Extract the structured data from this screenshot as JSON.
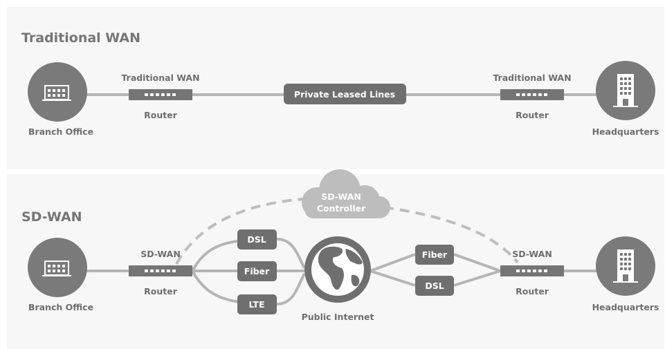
{
  "traditional": {
    "title": "Traditional WAN",
    "branch_label": "Branch Office",
    "hq_label": "Headquarters",
    "left_router_type": "Traditional WAN",
    "left_router_label": "Router",
    "right_router_type": "Traditional WAN",
    "right_router_label": "Router",
    "link_label": "Private Leased Lines"
  },
  "sdwan": {
    "title": "SD-WAN",
    "branch_label": "Branch Office",
    "hq_label": "Headquarters",
    "left_router_type": "SD-WAN",
    "left_router_label": "Router",
    "right_router_type": "SD-WAN",
    "right_router_label": "Router",
    "controller_line1": "SD-WAN",
    "controller_line2": "Controller",
    "internet_label": "Public Internet",
    "left_links": [
      "DSL",
      "Fiber",
      "LTE"
    ],
    "right_links": [
      "Fiber",
      "DSL"
    ]
  },
  "colors": {
    "panel_bg": "#f7f7f7",
    "icon_circle": "#7a7a7a",
    "pill": "#6f6f6f",
    "line": "#b5b5b5",
    "cloud": "#bdbdbd",
    "text": "#6e6e6e"
  },
  "icons": {
    "branch": "office-building-icon",
    "hq": "tower-building-icon",
    "router": "router-icon",
    "internet": "globe-icon",
    "controller": "cloud-icon"
  }
}
